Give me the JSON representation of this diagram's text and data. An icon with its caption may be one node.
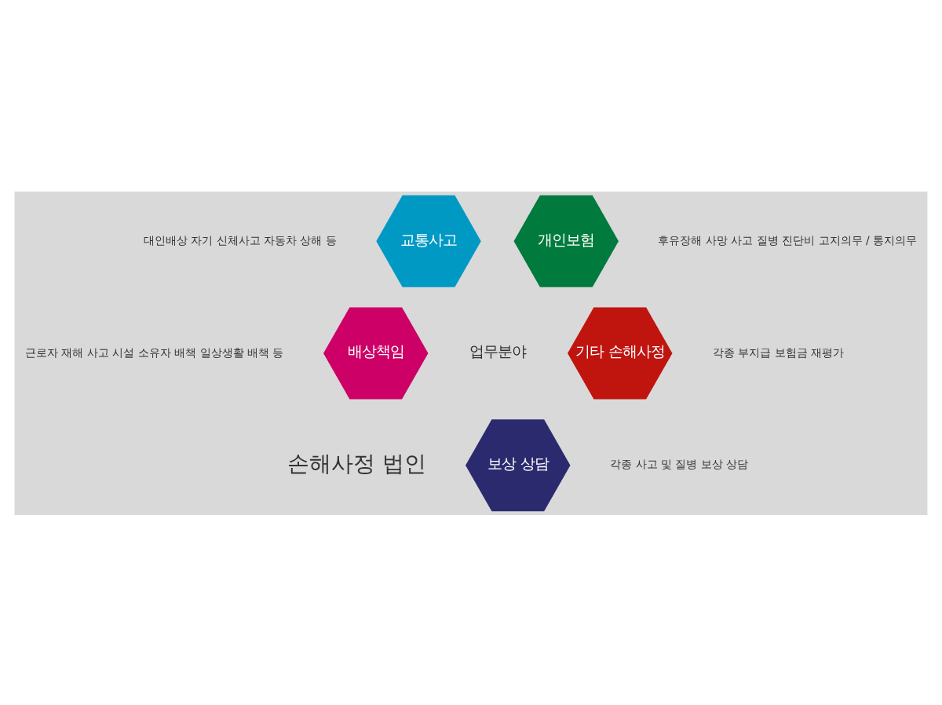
{
  "diagram": {
    "nodes": [
      {
        "text": [
          "교통사고"
        ],
        "beside": [
          "대인배상 자기 신체사고 자동차 상해 등"
        ]
      },
      {
        "text": [
          "개인보험"
        ],
        "beside": [
          "후유장해 사망 사고 질병 진단비 고지의무 / 통지의무"
        ]
      },
      {
        "text": [
          "배상책임"
        ],
        "beside": [
          "근로자 재해 사고 시설 소유자 배책 일상생활 배책 등"
        ]
      },
      {
        "text": [
          "기타 손해사정"
        ],
        "beside": [
          "각종 부지급 보험금 재평가"
        ]
      },
      {
        "text": [
          "보상 상담"
        ],
        "beside": [
          "각종 사고 및 질병 보상 상담"
        ]
      }
    ],
    "labels": [
      "업무분야",
      "손해사정 법인"
    ]
  }
}
